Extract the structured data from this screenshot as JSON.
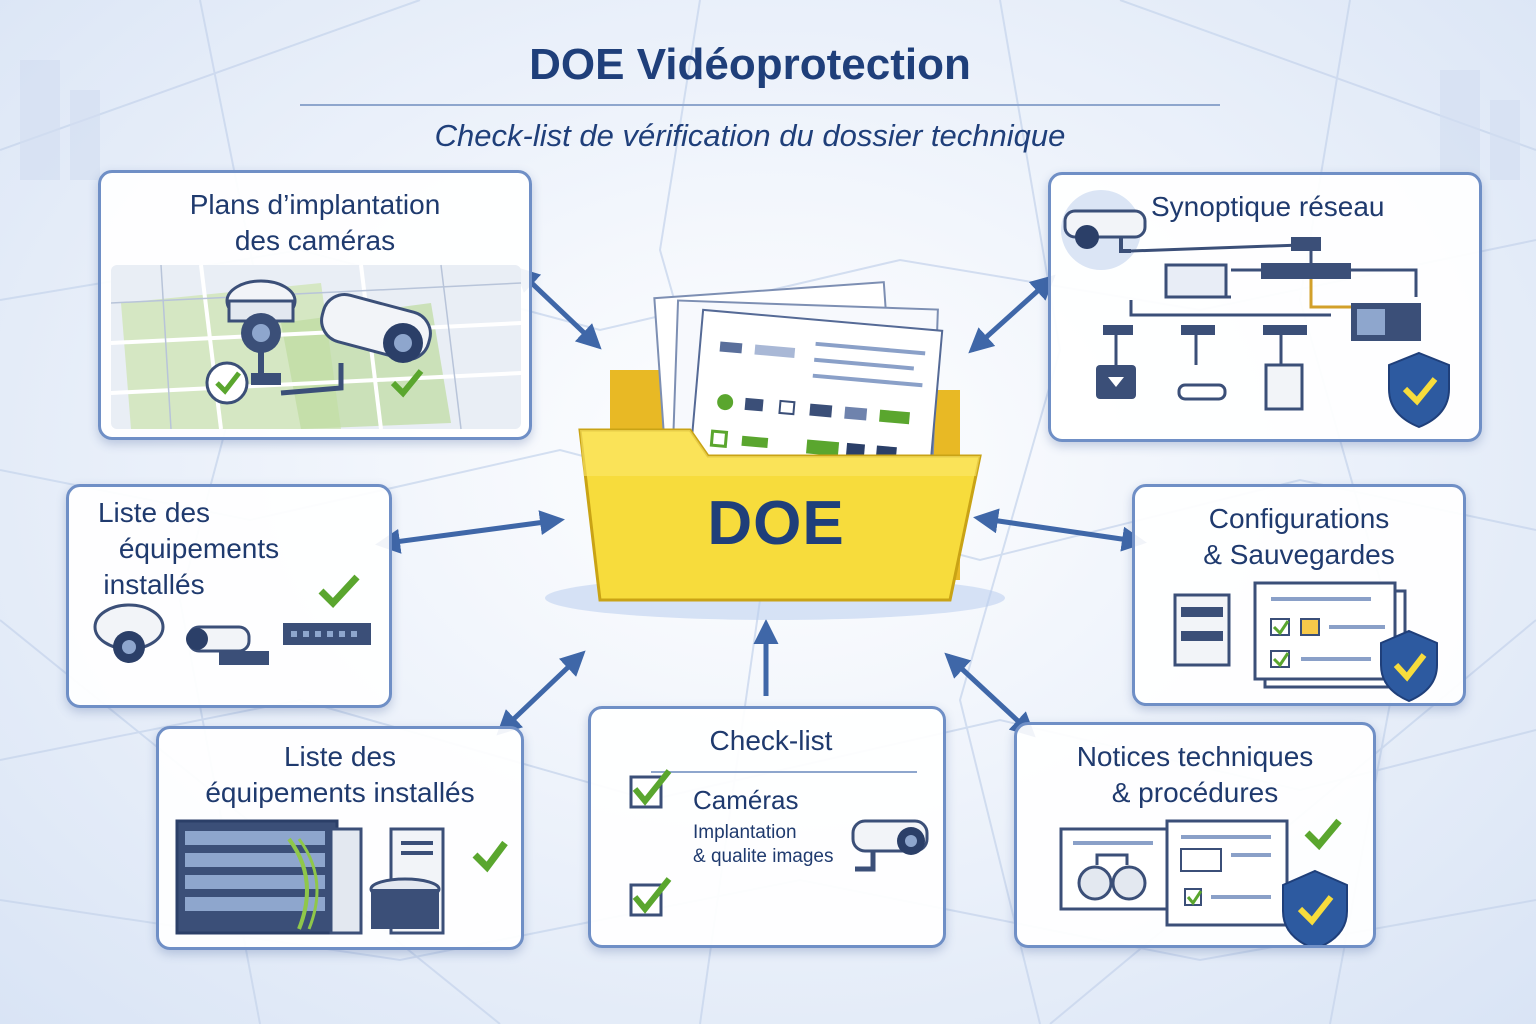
{
  "header": {
    "title": "DOE Vidéoprotection",
    "subtitle": "Check-list de vérification du dossier technique"
  },
  "center": {
    "folder_label": "DOE"
  },
  "cards": {
    "plans": {
      "title_line1": "Plans d’implantation",
      "title_line2": "des caméras"
    },
    "synoptique": {
      "title": "Synoptique réseau"
    },
    "liste1": {
      "title_line1": "Liste des",
      "title_line2": "équipements",
      "title_line3": "installés"
    },
    "configurations": {
      "title_line1": "Configurations",
      "title_line2": "& Sauvegardes"
    },
    "liste2": {
      "title_line1": "Liste des",
      "title_line2": "équipements installés"
    },
    "checklist": {
      "title": "Check-list",
      "item1": "Caméras",
      "item1_detail_line1": "Implantation",
      "item1_detail_line2": "& qualite images"
    },
    "notices": {
      "title_line1": "Notices techniques",
      "title_line2": "& procédures"
    }
  },
  "colors": {
    "title": "#1f3f7a",
    "card_border": "#6f8fc6",
    "arrow": "#3f67a8",
    "folder": "#f7dc3c",
    "check": "#5aa62e",
    "shield": "#2d5aa0"
  }
}
